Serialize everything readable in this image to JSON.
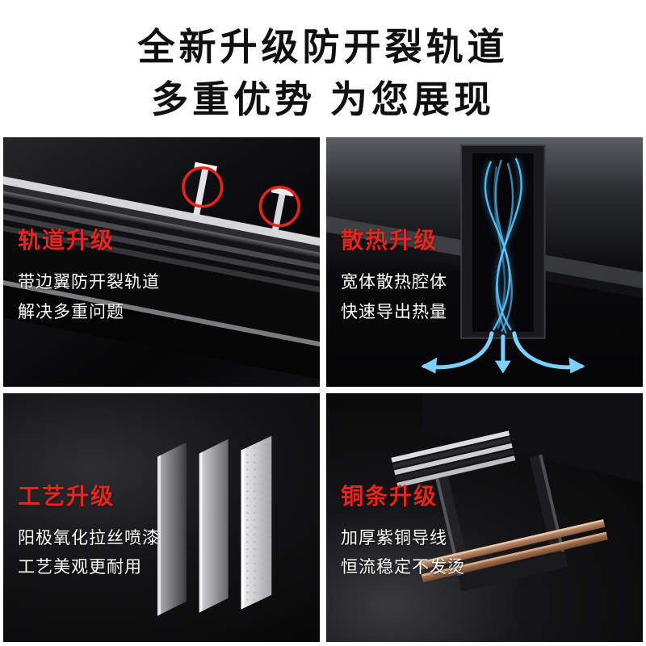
{
  "header": {
    "title_line1": "全新升级防开裂轨道",
    "title_line2": "多重优势 为您展现"
  },
  "colors": {
    "accent_red": "#e8241c",
    "title_black": "#101010",
    "panel_background": "#0a0a0c",
    "body_text_white": "#ffffff",
    "heat_glow_blue": "#49b8ff",
    "copper": "#a06a4c"
  },
  "features": [
    {
      "id": "track",
      "label": "轨道升级",
      "line1": "带边翼防开裂轨道",
      "line2": "解决多重问题"
    },
    {
      "id": "heat",
      "label": "散热升级",
      "line1": "宽体散热腔体",
      "line2": "快速导出热量"
    },
    {
      "id": "craft",
      "label": "工艺升级",
      "line1": "阳极氧化拉丝喷漆",
      "line2": "工艺美观更耐用"
    },
    {
      "id": "copper",
      "label": "铜条升级",
      "line1": "加厚紫铜导线",
      "line2": "恒流稳定不发烫"
    }
  ]
}
